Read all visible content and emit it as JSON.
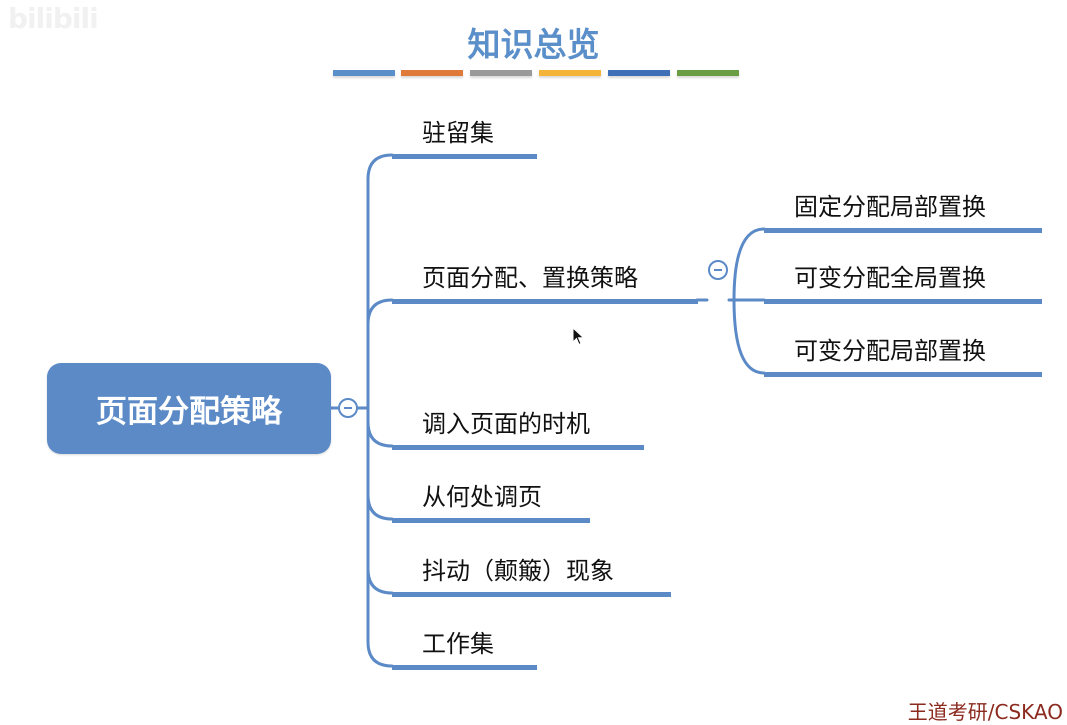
{
  "watermark": "bilibili",
  "title": "知识总览",
  "title_bar_colors": [
    "#5b8fc9",
    "#e07a3a",
    "#9a9a9a",
    "#f4b43a",
    "#3f6fb6",
    "#6a9e45"
  ],
  "root": {
    "label": "页面分配策略"
  },
  "branches": [
    {
      "label": "驻留集"
    },
    {
      "label": "页面分配、置换策略"
    },
    {
      "label": "调入页面的时机"
    },
    {
      "label": "从何处调页"
    },
    {
      "label": "抖动（颠簸）现象"
    },
    {
      "label": "工作集"
    }
  ],
  "sub_branches": [
    {
      "label": "固定分配局部置换"
    },
    {
      "label": "可变分配全局置换"
    },
    {
      "label": "可变分配局部置换"
    }
  ],
  "colors": {
    "accent": "#5b8ac7",
    "title": "#5b8fc9",
    "footer": "#8b2a1e"
  },
  "footer": "王道考研/CSKAO"
}
